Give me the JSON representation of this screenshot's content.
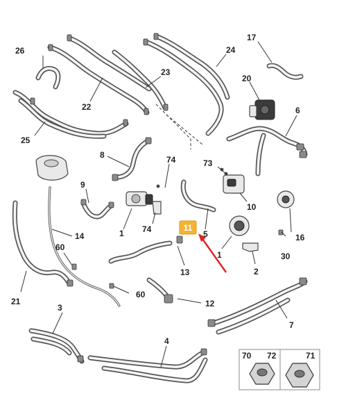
{
  "callouts": {
    "c1": "1",
    "c1b": "1",
    "c2": "2",
    "c3": "3",
    "c4": "4",
    "c5": "5",
    "c6": "6",
    "c7": "7",
    "c8": "8",
    "c9": "9",
    "c10": "10",
    "c11": "11",
    "c12": "12",
    "c13": "13",
    "c14": "14",
    "c16": "16",
    "c17": "17",
    "c20": "20",
    "c21": "21",
    "c22": "22",
    "c23": "23",
    "c24": "24",
    "c25": "25",
    "c26": "26",
    "c30": "30",
    "c60a": "60",
    "c60b": "60",
    "c73": "73",
    "c74a": "74",
    "c74b": "74"
  },
  "nut_inset": {
    "left_labels": [
      "70",
      "72"
    ],
    "right_label": "71"
  },
  "highlight": {
    "label": "11",
    "box_color": "#f5b335",
    "arrow_color": "#e02020"
  }
}
